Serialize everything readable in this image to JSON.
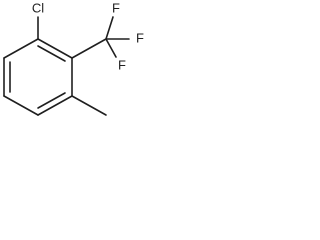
{
  "diagram": {
    "type": "chemical-structure",
    "bond_color": "#1f1f1f",
    "label_color": "#1f1f1f",
    "labels": {
      "chlorine": "Cl",
      "fluorine_top": "F",
      "fluorine_right": "F",
      "fluorine_bottom": "F"
    }
  }
}
